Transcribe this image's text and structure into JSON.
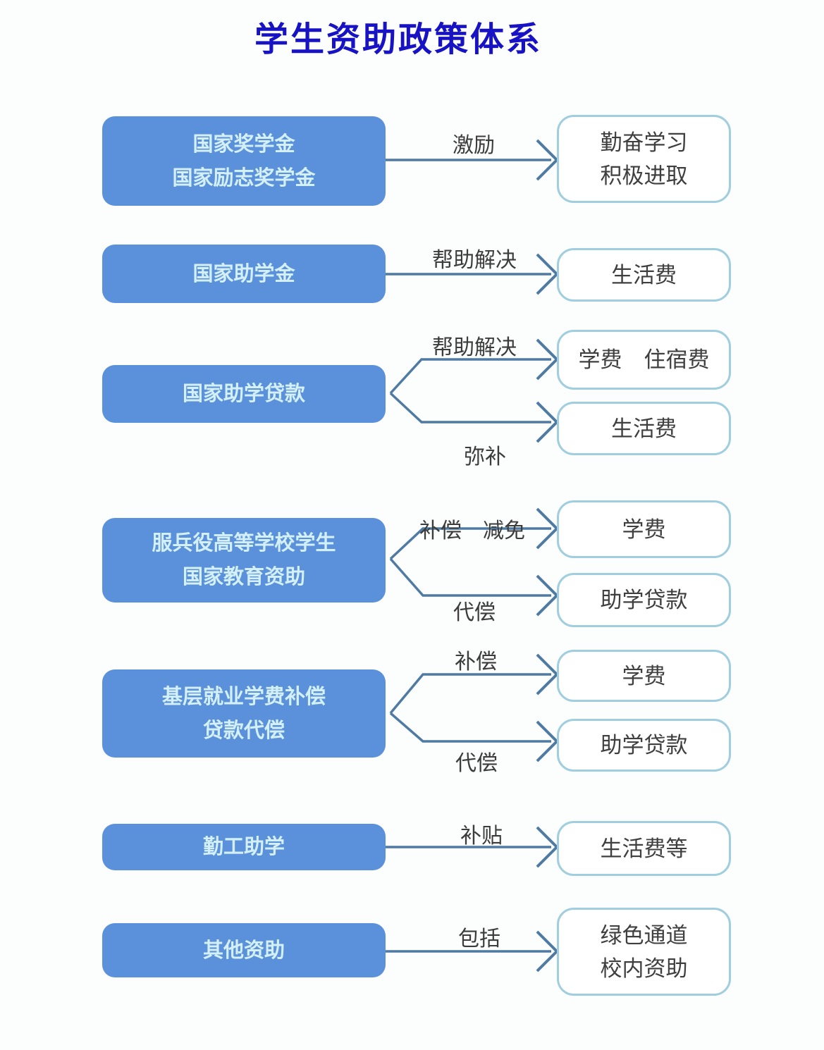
{
  "title": "学生资助政策体系",
  "palette": {
    "title_blue": "#1713c5",
    "source_box_fill": "#5b91da",
    "source_box_text": "#d3f0f6",
    "target_box_border": "#a0cede",
    "target_box_text": "#3f3f3f",
    "connector_blue": "#4e7aa3"
  },
  "rows": [
    {
      "source": {
        "lines": [
          "国家奖学金",
          "国家励志奖学金"
        ]
      },
      "branches": [
        {
          "label": "激励",
          "target": {
            "lines": [
              "勤奋学习",
              "积极进取"
            ]
          }
        }
      ]
    },
    {
      "source": {
        "lines": [
          "国家助学金"
        ]
      },
      "branches": [
        {
          "label": "帮助解决",
          "target": {
            "lines": [
              "生活费"
            ]
          }
        }
      ]
    },
    {
      "source": {
        "lines": [
          "国家助学贷款"
        ]
      },
      "branches": [
        {
          "label": "帮助解决",
          "target": {
            "lines": [
              "学费　住宿费"
            ]
          }
        },
        {
          "label": "弥补",
          "target": {
            "lines": [
              "生活费"
            ]
          }
        }
      ]
    },
    {
      "source": {
        "lines": [
          "服兵役高等学校学生",
          "国家教育资助"
        ]
      },
      "branches": [
        {
          "label": "补偿　减免",
          "target": {
            "lines": [
              "学费"
            ]
          }
        },
        {
          "label": "代偿",
          "target": {
            "lines": [
              "助学贷款"
            ]
          }
        }
      ]
    },
    {
      "source": {
        "lines": [
          "基层就业学费补偿",
          "贷款代偿"
        ]
      },
      "branches": [
        {
          "label": "补偿",
          "target": {
            "lines": [
              "学费"
            ]
          }
        },
        {
          "label": "代偿",
          "target": {
            "lines": [
              "助学贷款"
            ]
          }
        }
      ]
    },
    {
      "source": {
        "lines": [
          "勤工助学"
        ]
      },
      "branches": [
        {
          "label": "补贴",
          "target": {
            "lines": [
              "生活费等"
            ]
          }
        }
      ]
    },
    {
      "source": {
        "lines": [
          "其他资助"
        ]
      },
      "branches": [
        {
          "label": "包括",
          "target": {
            "lines": [
              "绿色通道",
              "校内资助"
            ]
          }
        }
      ]
    }
  ]
}
